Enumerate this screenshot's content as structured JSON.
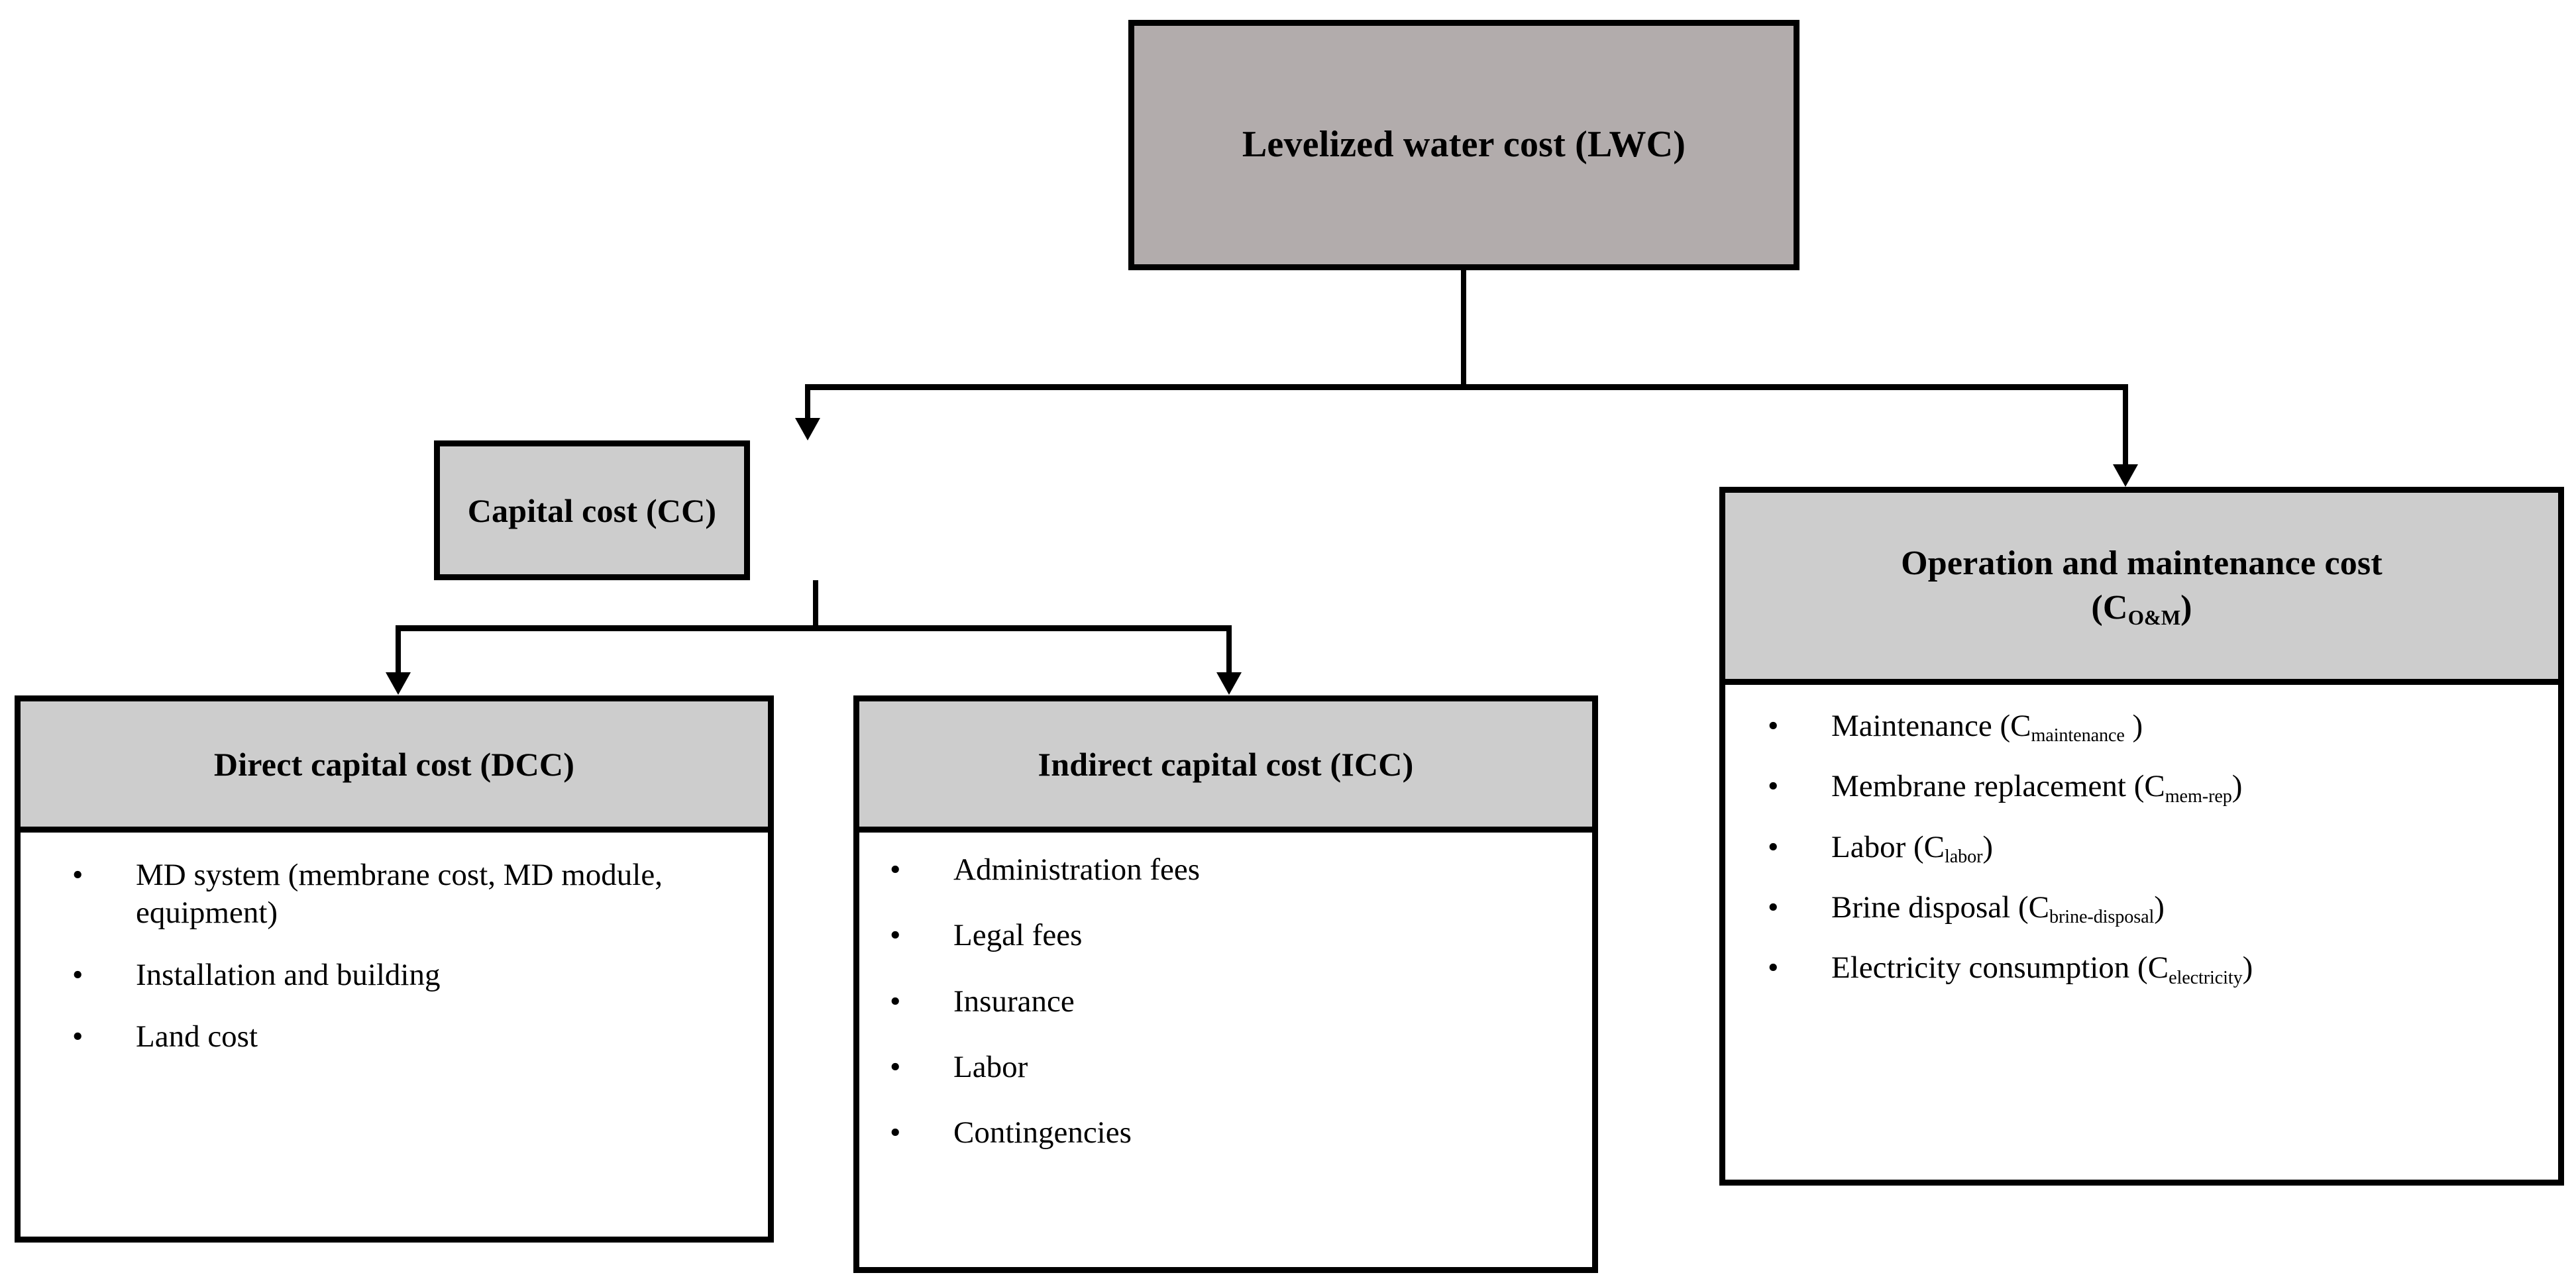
{
  "diagram": {
    "title": "Levelized water cost breakdown structure",
    "colors": {
      "root_fill": "#b2acac",
      "node_fill": "#cdcdcd",
      "body_fill": "#ffffff",
      "border": "#000000",
      "text": "#000000",
      "background": "#ffffff"
    },
    "bullet_glyph": "•"
  },
  "nodes": {
    "lwc": {
      "label": "Levelized water cost (LWC)",
      "fill": "#b2acac",
      "level": 0
    },
    "cc": {
      "label": "Capital cost (CC)",
      "fill": "#cdcdcd",
      "level": 1
    },
    "om": {
      "label_line1": "Operation and maintenance cost",
      "label_line2_prefix": "(C",
      "label_line2_sub": "O&M",
      "label_line2_suffix": ")",
      "fill": "#cdcdcd",
      "level": 1,
      "items": [
        {
          "text": "Maintenance  (C",
          "sub": "maintenance",
          "tail": " )"
        },
        {
          "text": "Membrane replacement (C",
          "sub": "mem-rep",
          "tail": ")"
        },
        {
          "text": "Labor (C",
          "sub": "labor",
          "tail": ")"
        },
        {
          "text": "Brine disposal (C",
          "sub": "brine-disposal",
          "tail": ")"
        },
        {
          "text": "Electricity consumption (C",
          "sub": "electricity",
          "tail": ")"
        }
      ]
    },
    "dcc": {
      "label": "Direct capital cost (DCC)",
      "fill": "#cdcdcd",
      "level": 2,
      "items": [
        {
          "text": "MD system (membrane cost, MD module, equipment)"
        },
        {
          "text": "Installation  and building"
        },
        {
          "text": "Land cost"
        }
      ]
    },
    "icc": {
      "label": "Indirect capital cost (ICC)",
      "fill": "#cdcdcd",
      "level": 2,
      "items": [
        {
          "text": "Administration  fees"
        },
        {
          "text": "Legal fees"
        },
        {
          "text": "Insurance"
        },
        {
          "text": "Labor"
        },
        {
          "text": "Contingencies"
        }
      ]
    }
  },
  "edges": [
    {
      "from": "lwc",
      "to": "cc"
    },
    {
      "from": "lwc",
      "to": "om"
    },
    {
      "from": "cc",
      "to": "dcc"
    },
    {
      "from": "cc",
      "to": "icc"
    }
  ]
}
